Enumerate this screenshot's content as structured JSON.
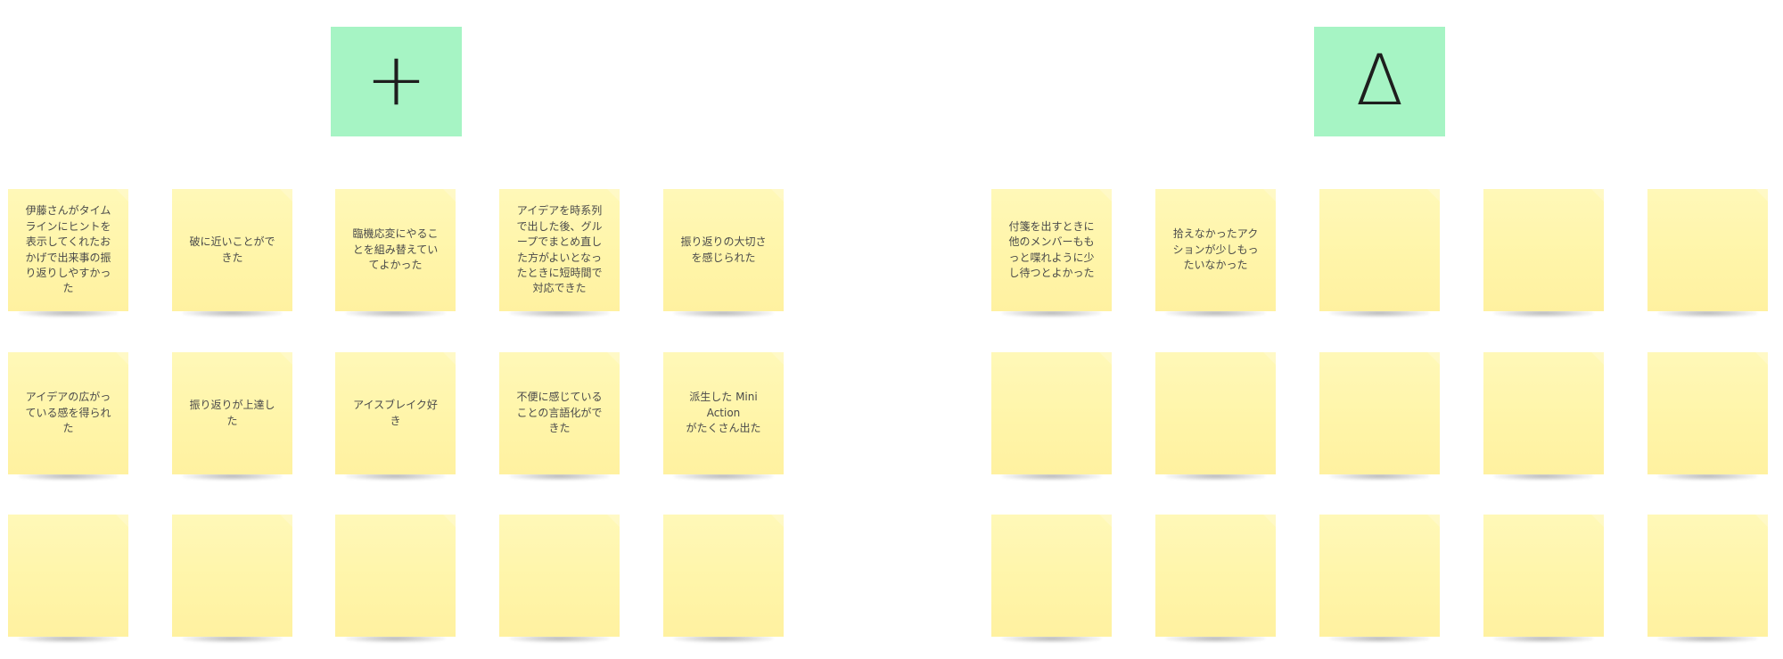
{
  "headers": {
    "plus_symbol": "+",
    "delta_symbol": "Δ"
  },
  "plus_notes": {
    "r1c1": "伊藤さんがタイム\nラインにヒントを\n表示してくれたお\nかげで出来事の振\nり返りしやすかっ\nた",
    "r1c2": "破に近いことがで\nきた",
    "r1c3": "臨機応変にやるこ\nとを組み替えてい\nてよかった",
    "r1c4": "アイデアを時系列\nで出した後、グル\nープでまとめ直し\nた方がよいとなっ\nたときに短時間で\n対応できた",
    "r1c5": "振り返りの大切さ\nを感じられた",
    "r2c1": "アイデアの広がっ\nている感を得られ\nた",
    "r2c2": "振り返りが上達し\nた",
    "r2c3": "アイスブレイク好\nき",
    "r2c4": "不便に感じている\nことの言語化がで\nきた",
    "r2c5": "派生した Mini\nAction\nがたくさん出た",
    "r3c1": "",
    "r3c2": "",
    "r3c3": "",
    "r3c4": "",
    "r3c5": ""
  },
  "delta_notes": {
    "r1c1": "付箋を出すときに\n他のメンバーもも\nっと喋れように少\nし待つとよかった",
    "r1c2": "拾えなかったアク\nションが少しもっ\nたいなかった",
    "r1c3": "",
    "r1c4": "",
    "r1c5": "",
    "r2c1": "",
    "r2c2": "",
    "r2c3": "",
    "r2c4": "",
    "r2c5": "",
    "r3c1": "",
    "r3c2": "",
    "r3c3": "",
    "r3c4": "",
    "r3c5": ""
  },
  "colors": {
    "header_bg": "#a6f4c4",
    "sticky_bg": "#fff5a9",
    "text": "#4a4a4a"
  }
}
